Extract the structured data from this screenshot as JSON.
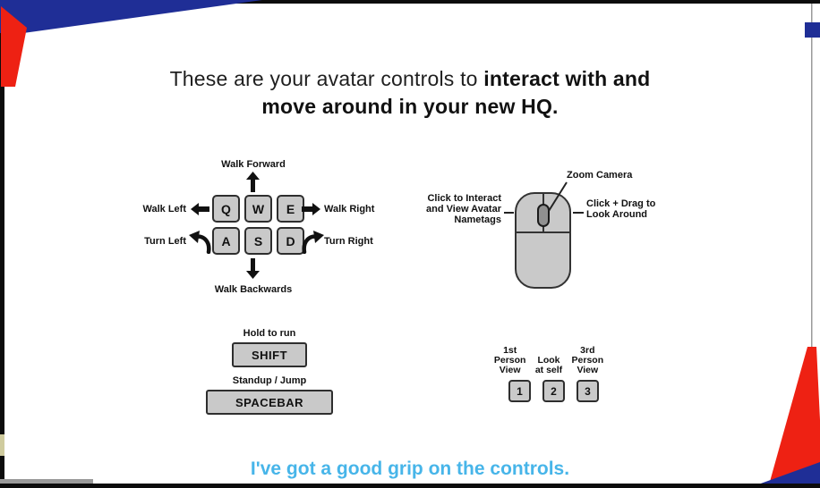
{
  "title": {
    "line1_normal": "These are your avatar controls to ",
    "line1_bold": "interact with and",
    "line2_bold": "move around in your new HQ."
  },
  "keyboard": {
    "walk_forward": "Walk Forward",
    "walk_left": "Walk Left",
    "walk_right": "Walk Right",
    "turn_left": "Turn Left",
    "turn_right": "Turn Right",
    "walk_backwards": "Walk Backwards",
    "keys_row1": [
      "Q",
      "W",
      "E"
    ],
    "keys_row2": [
      "A",
      "S",
      "D"
    ]
  },
  "mouse": {
    "zoom_camera": "Zoom Camera",
    "left_label_lines": [
      "Click to Interact",
      "and View Avatar",
      "Nametags"
    ],
    "right_label_lines": [
      "Click + Drag to",
      "Look Around"
    ]
  },
  "modifiers": {
    "shift_caption": "Hold to run",
    "shift_key": "SHIFT",
    "spacebar_caption": "Standup / Jump",
    "spacebar_key": "SPACEBAR"
  },
  "view_keys": {
    "items": [
      {
        "label_lines": [
          "1st",
          "Person",
          "View"
        ],
        "key": "1"
      },
      {
        "label_lines": [
          "Look",
          "at self"
        ],
        "key": "2"
      },
      {
        "label_lines": [
          "3rd",
          "Person",
          "View"
        ],
        "key": "3"
      }
    ]
  },
  "footer": {
    "confirm_label": "I've got a good grip on the controls."
  },
  "colors": {
    "navy": "#1f2e96",
    "red": "#ee2113",
    "link_blue": "#47b5e9",
    "key_fill": "#c9c9c9",
    "text_dark": "#111111"
  }
}
